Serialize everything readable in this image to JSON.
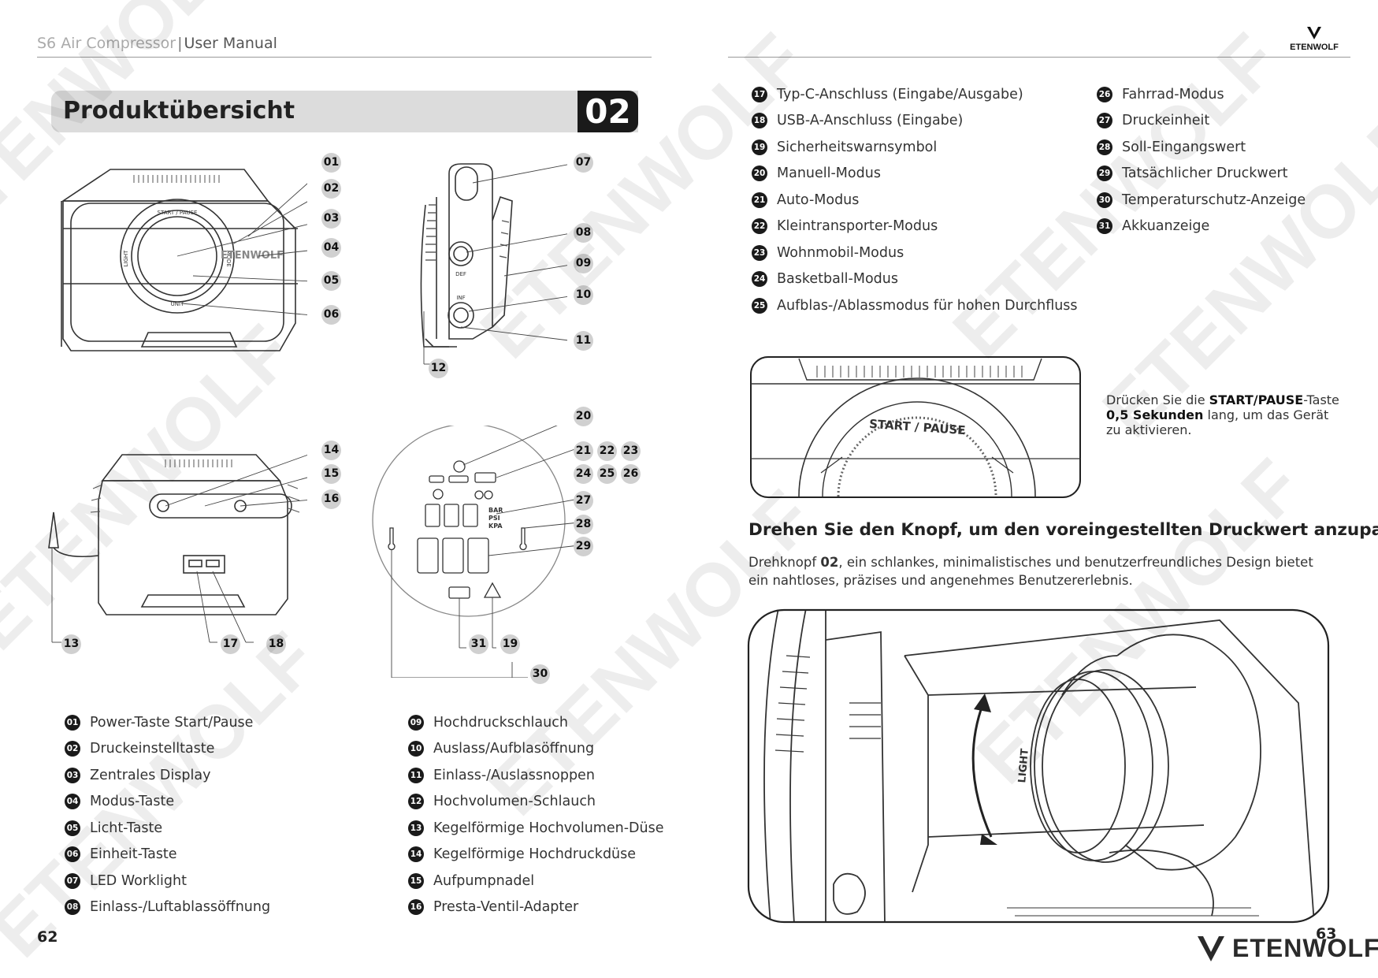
{
  "header": {
    "model": "S6 Air Compressor",
    "separator": "|",
    "doc_type": "User Manual",
    "brand": "ETENWOLF"
  },
  "section": {
    "title": "Produktübersicht",
    "number": "02"
  },
  "figures": {
    "front_callouts": [
      "01",
      "02",
      "03",
      "04",
      "05",
      "06"
    ],
    "side_callouts": [
      "07",
      "08",
      "09",
      "10",
      "11",
      "12"
    ],
    "back_callouts": [
      "14",
      "15",
      "16",
      "13",
      "17",
      "18"
    ],
    "display_callouts": [
      "20",
      "21",
      "22",
      "23",
      "24",
      "25",
      "26",
      "27",
      "28",
      "29",
      "31",
      "19",
      "30"
    ],
    "knob_ring_labels": {
      "top": "START / PAUSE",
      "left": "LIGHT",
      "right": "MODE",
      "bottom": "UNIT"
    },
    "knob_center_logo": "ETENWOLF",
    "display_units": [
      "BAR",
      "PSI",
      "KPA"
    ],
    "nozzle_labels": [
      "INF",
      "DEF"
    ]
  },
  "legend_left": [
    {
      "num": "01",
      "text": "Power-Taste Start/Pause"
    },
    {
      "num": "02",
      "text": "Druckeinstelltaste"
    },
    {
      "num": "03",
      "text": "Zentrales Display"
    },
    {
      "num": "04",
      "text": "Modus-Taste"
    },
    {
      "num": "05",
      "text": "Licht-Taste"
    },
    {
      "num": "06",
      "text": "Einheit-Taste"
    },
    {
      "num": "07",
      "text": "LED Worklight"
    },
    {
      "num": "08",
      "text": "Einlass-/Luftablassöffnung"
    }
  ],
  "legend_mid": [
    {
      "num": "09",
      "text": "Hochdruckschlauch"
    },
    {
      "num": "10",
      "text": "Auslass/Aufblasöffnung"
    },
    {
      "num": "11",
      "text": "Einlass-/Auslassnoppen"
    },
    {
      "num": "12",
      "text": "Hochvolumen-Schlauch"
    },
    {
      "num": "13",
      "text": "Kegelförmige Hochvolumen-Düse"
    },
    {
      "num": "14",
      "text": "Kegelförmige Hochdruckdüse"
    },
    {
      "num": "15",
      "text": "Aufpumpnadel"
    },
    {
      "num": "16",
      "text": "Presta-Ventil-Adapter"
    }
  ],
  "legend_right1": [
    {
      "num": "17",
      "text": "Typ-C-Anschluss (Eingabe/Ausgabe)"
    },
    {
      "num": "18",
      "text": "USB-A-Anschluss (Eingabe)"
    },
    {
      "num": "19",
      "text": "Sicherheitswarnsymbol"
    },
    {
      "num": "20",
      "text": "Manuell-Modus"
    },
    {
      "num": "21",
      "text": "Auto-Modus"
    },
    {
      "num": "22",
      "text": "Kleintransporter-Modus"
    },
    {
      "num": "23",
      "text": "Wohnmobil-Modus"
    },
    {
      "num": "24",
      "text": "Basketball-Modus"
    },
    {
      "num": "25",
      "text": "Aufblas-/Ablassmodus für hohen Durchfluss"
    }
  ],
  "legend_right2": [
    {
      "num": "26",
      "text": "Fahrrad-Modus"
    },
    {
      "num": "27",
      "text": "Druckeinheit"
    },
    {
      "num": "28",
      "text": "Soll-Eingangswert"
    },
    {
      "num": "29",
      "text": "Tatsächlicher Druckwert"
    },
    {
      "num": "30",
      "text": "Temperaturschutz-Anzeige"
    },
    {
      "num": "31",
      "text": "Akkuanzeige"
    }
  ],
  "start_note": {
    "pre": "Drücken Sie die ",
    "bold1": "START/PAUSE",
    "mid1": "-Taste ",
    "bold2": "0,5 Sekunden",
    "post": " lang, um das Gerät zu aktivieren.",
    "button_label": "START / PAUSE"
  },
  "knob_section": {
    "heading": "Drehen Sie den Knopf, um den voreingestellten Druckwert anzupassen.",
    "para_pre": "Drehknopf ",
    "para_bold": "02",
    "para_post": ", ein schlankes, minimalistisches und benutzerfreundliches Design bietet ein nahtloses, präzises und angenehmes Benutzererlebnis.",
    "ring_label": "LIGHT"
  },
  "page_numbers": {
    "left": "62",
    "right": "63"
  },
  "watermark": "ETENWOLF"
}
